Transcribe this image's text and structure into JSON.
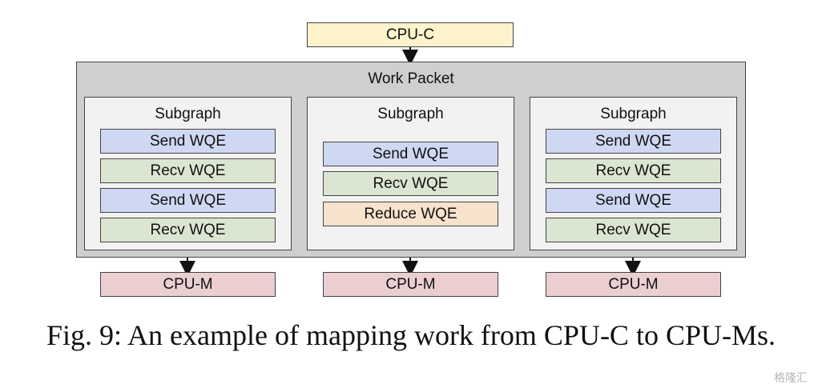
{
  "cpu_c": "CPU-C",
  "work_packet": "Work Packet",
  "subgraphs": [
    {
      "title": "Subgraph",
      "items": [
        "Send WQE",
        "Recv WQE",
        "Send WQE",
        "Recv WQE"
      ]
    },
    {
      "title": "Subgraph",
      "items": [
        "Send WQE",
        "Recv WQE",
        "Reduce WQE"
      ]
    },
    {
      "title": "Subgraph",
      "items": [
        "Send WQE",
        "Recv WQE",
        "Send WQE",
        "Recv WQE"
      ]
    }
  ],
  "cpu_m": [
    "CPU-M",
    "CPU-M",
    "CPU-M"
  ],
  "caption": "Fig. 9: An example of mapping work from CPU-C to CPU-Ms.",
  "watermark": "格隆汇",
  "colors": {
    "cpu_c": "#fdf3cc",
    "cpu_m": "#ebcfd0",
    "send": "#cfd8f3",
    "recv": "#dbe6d2",
    "reduce": "#f7e2cb",
    "work_packet": "#cfcfcf",
    "subgraph": "#f2f2f2"
  }
}
